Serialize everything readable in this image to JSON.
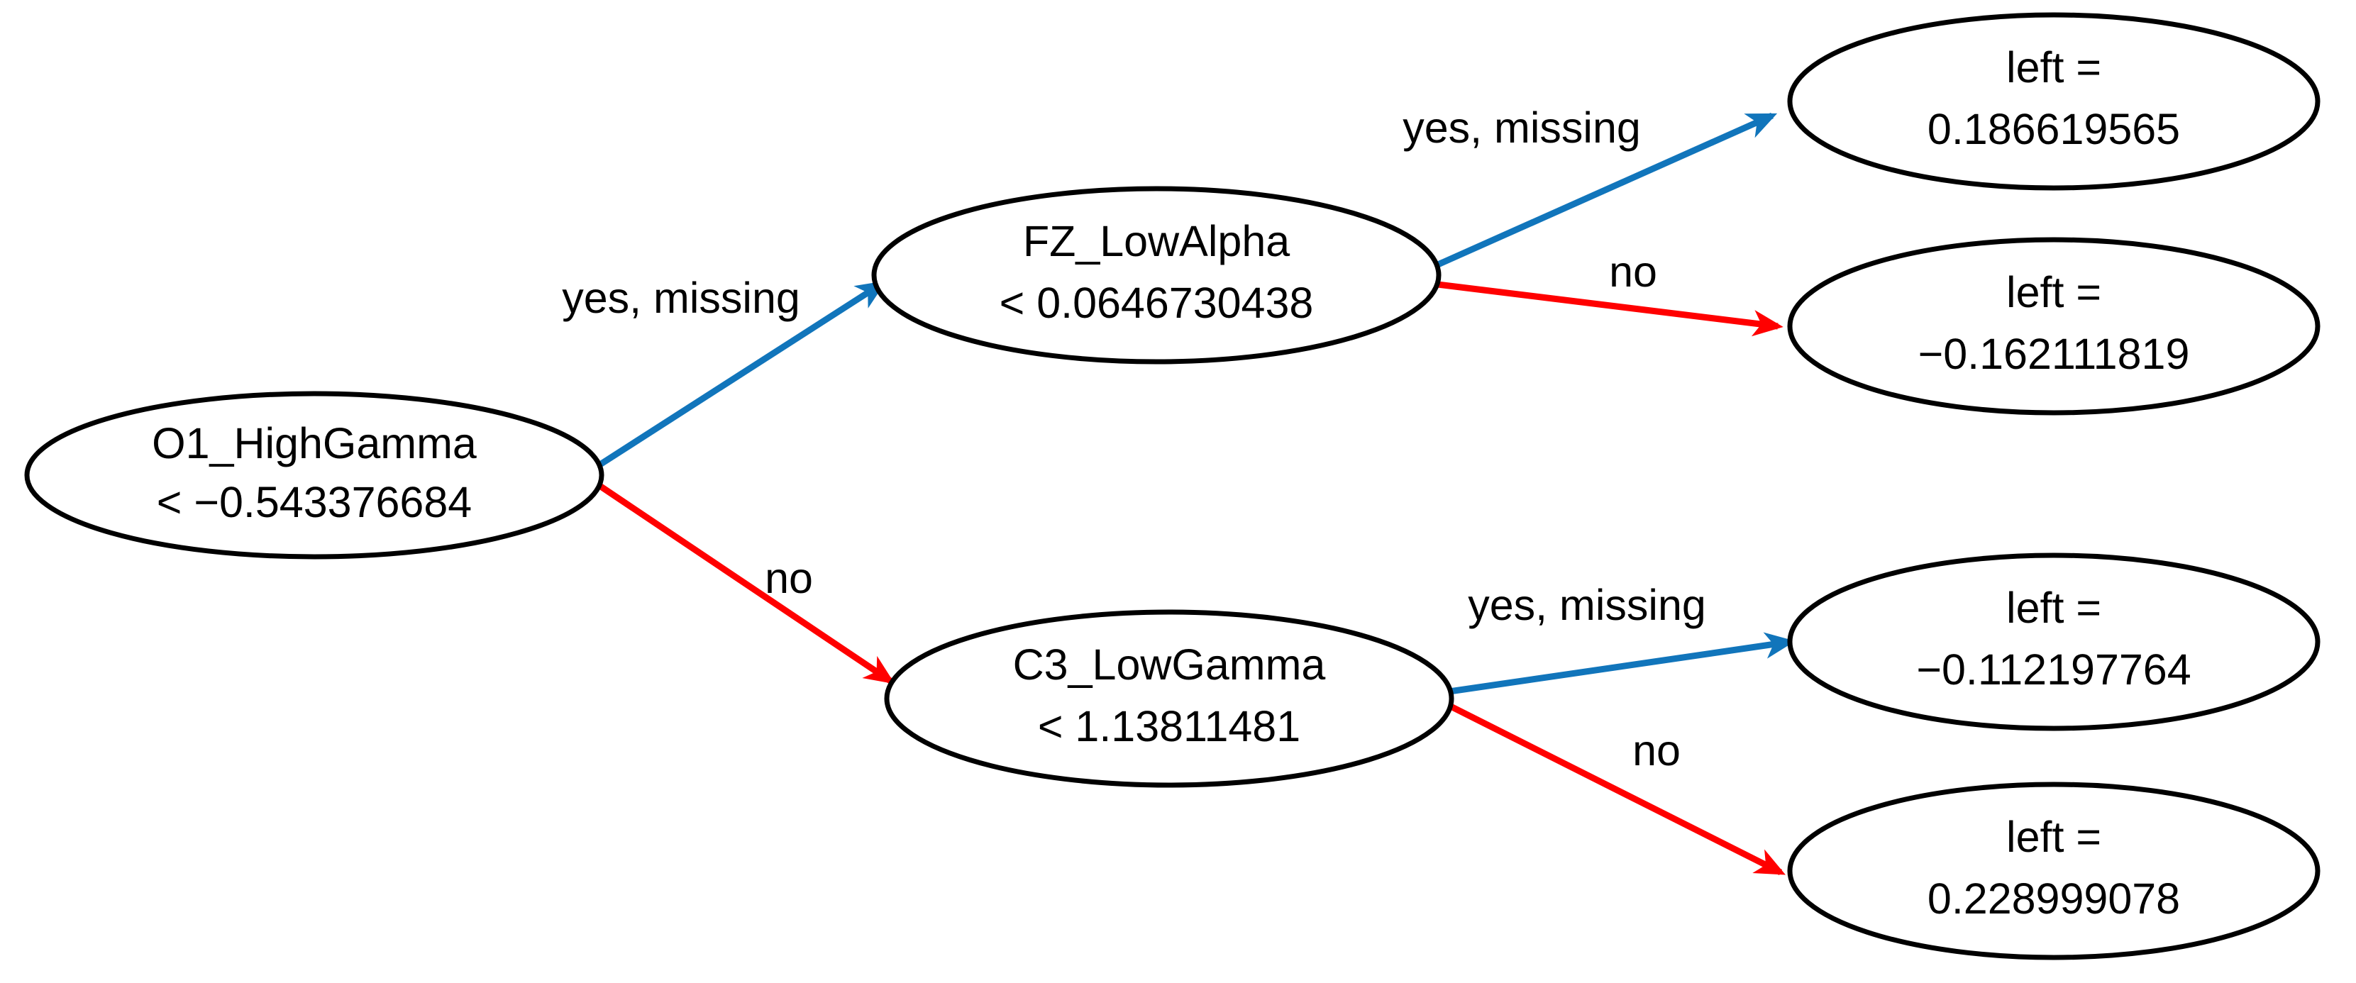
{
  "diagram": {
    "type": "decision-tree",
    "title": "",
    "background_color": "#ffffff",
    "colors": {
      "yes_edge": "#1175BB",
      "no_edge": "#FF0000",
      "node_stroke": "#000000",
      "node_fill": "#ffffff",
      "text": "#000000"
    },
    "edge_label_yes": "yes, missing",
    "edge_label_no": "no",
    "nodes": {
      "root": {
        "id": "root",
        "kind": "split",
        "feature": "O1_HighGamma",
        "condition": "< −0.543376684",
        "line1": "O1_HighGamma",
        "line2": "< −0.543376684"
      },
      "split_fz": {
        "id": "split_fz",
        "kind": "split",
        "feature": "FZ_LowAlpha",
        "condition": "< 0.0646730438",
        "line1": "FZ_LowAlpha",
        "line2": "< 0.0646730438"
      },
      "split_c3": {
        "id": "split_c3",
        "kind": "split",
        "feature": "C3_LowGamma",
        "condition": "< 1.13811481",
        "line1": "C3_LowGamma",
        "line2": "< 1.13811481"
      },
      "leaf_1": {
        "id": "leaf_1",
        "kind": "leaf",
        "line1": "left =",
        "line2": "0.186619565",
        "value": "0.186619565"
      },
      "leaf_2": {
        "id": "leaf_2",
        "kind": "leaf",
        "line1": "left =",
        "line2": "−0.162111819",
        "value": "−0.162111819"
      },
      "leaf_3": {
        "id": "leaf_3",
        "kind": "leaf",
        "line1": "left =",
        "line2": "−0.112197764",
        "value": "−0.112197764"
      },
      "leaf_4": {
        "id": "leaf_4",
        "kind": "leaf",
        "line1": "left =",
        "line2": "0.228999078",
        "value": "0.228999078"
      }
    },
    "edges": {
      "root_yes": {
        "from": "root",
        "to": "split_fz",
        "label": "yes, missing",
        "branch": "yes"
      },
      "root_no": {
        "from": "root",
        "to": "split_c3",
        "label": "no",
        "branch": "no"
      },
      "fz_yes": {
        "from": "split_fz",
        "to": "leaf_1",
        "label": "yes, missing",
        "branch": "yes"
      },
      "fz_no": {
        "from": "split_fz",
        "to": "leaf_2",
        "label": "no",
        "branch": "no"
      },
      "c3_yes": {
        "from": "split_c3",
        "to": "leaf_3",
        "label": "yes, missing",
        "branch": "yes"
      },
      "c3_no": {
        "from": "split_c3",
        "to": "leaf_4",
        "label": "no",
        "branch": "no"
      }
    }
  }
}
